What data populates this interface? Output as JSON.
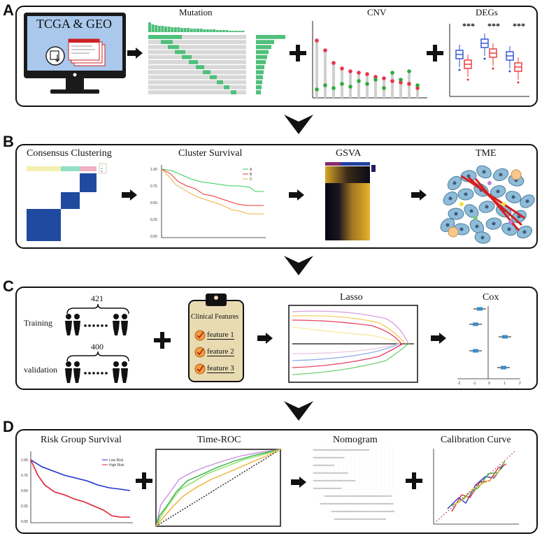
{
  "panels": {
    "a": {
      "letter": "A",
      "screen_text": "TCGA & GEO",
      "mutation": "Mutation",
      "cnv": "CNV",
      "degs": "DEGs",
      "sig": "***"
    },
    "b": {
      "letter": "B",
      "consensus": "Consensus Clustering",
      "survival": "Cluster Survival",
      "gsva": "GSVA",
      "tme": "TME",
      "legend": [
        "A",
        "B",
        "C"
      ],
      "yticks": [
        "1.00",
        "0.75",
        "0.50",
        "0.25",
        "0.00"
      ]
    },
    "c": {
      "letter": "C",
      "training_count": "421",
      "validation_count": "400",
      "training": "Training",
      "validation": "validation",
      "clinical_title": "Clinical Features",
      "features": [
        "feature 1",
        "feature 2",
        "feature 3"
      ],
      "lasso": "Lasso",
      "cox": "Cox",
      "cox_ticks": [
        "-2",
        "-1",
        "0",
        "1",
        "2"
      ]
    },
    "d": {
      "letter": "D",
      "risk": "Risk Group Survival",
      "roc": "Time-ROC",
      "nomogram": "Nomogram",
      "calibration": "Calibration Curve",
      "legend": [
        "Low Risk",
        "High Risk"
      ],
      "yticks": [
        "1.00",
        "0.75",
        "0.50",
        "0.25",
        "0.00"
      ]
    }
  },
  "colors": {
    "green": "#4fbf7a",
    "red": "#e8344a",
    "blue": "#1f4fa0",
    "gold": "#e0a21c",
    "screen": "#a9c8ec"
  }
}
